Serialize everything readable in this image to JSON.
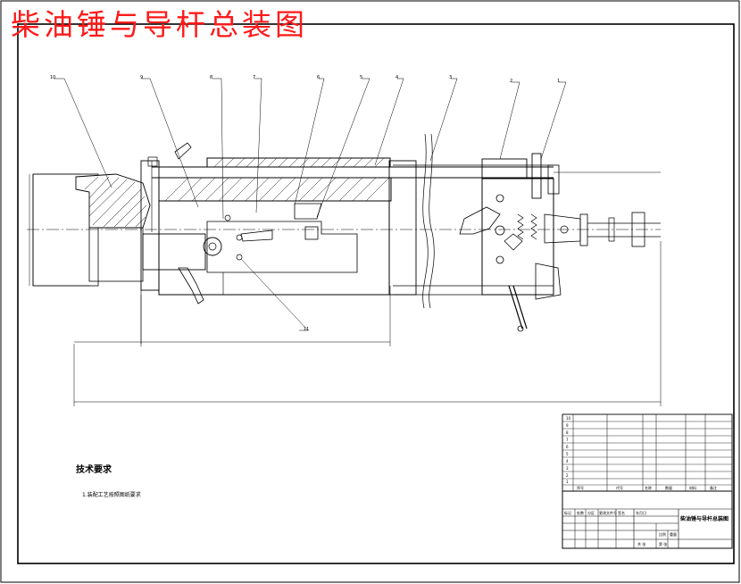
{
  "drawing": {
    "title": "柴油锤与导杆总装图",
    "technical_requirements": {
      "heading": "技术要求",
      "note": "1.装配工艺按照图纸要求"
    },
    "callouts": [
      "10",
      "9",
      "8",
      "7",
      "6",
      "5",
      "4",
      "3",
      "2",
      "1",
      "11"
    ],
    "dimensions": [
      "dim-1",
      "dim-2",
      "dim-3"
    ],
    "title_block": {
      "drawing_name": "柴油锤与导杆总装图",
      "part_list_rows": [
        "10",
        "9",
        "8",
        "7",
        "6",
        "5",
        "4",
        "3",
        "2",
        "1"
      ],
      "header_cells": [
        "序号",
        "代号",
        "名称",
        "数量",
        "材料",
        "备注"
      ],
      "sign_row": [
        "标记",
        "处数",
        "分区",
        "更改文件号",
        "签名",
        "年月日"
      ],
      "footer_cells": [
        "共 张",
        "第 张",
        "比例",
        "重量"
      ]
    }
  }
}
